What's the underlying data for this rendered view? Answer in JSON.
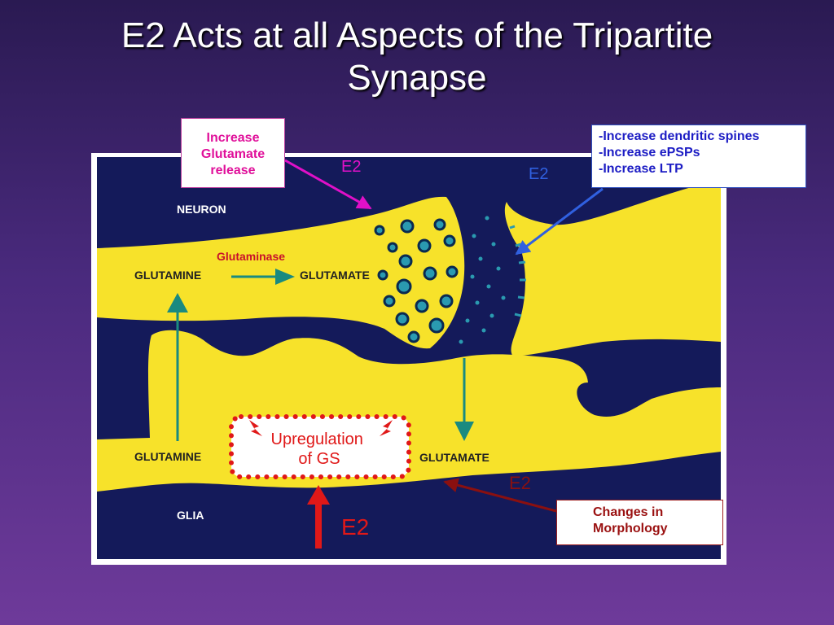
{
  "slide": {
    "title_line1": "E2 Acts at all Aspects of the Tripartite",
    "title_line2": "Synapse"
  },
  "callouts": {
    "glutamate_release": [
      "Increase",
      "Glutamate",
      "release"
    ],
    "postsynaptic": [
      "-Increase dendritic spines",
      "-Increase ePSPs",
      "-Increase LTP"
    ],
    "morphology": [
      "Changes in",
      "Morphology"
    ],
    "upregulation": [
      "Upregulation",
      "of GS"
    ]
  },
  "diagram": {
    "neuron_label": "NEURON",
    "glia_label": "GLIA",
    "glutaminase_label": "Glutaminase",
    "glutamine_top": "GLUTAMINE",
    "glutamate_top": "GLUTAMATE",
    "glutamine_bottom": "GLUTAMINE",
    "glutamate_bottom": "GLUTAMATE"
  },
  "e2_labels": {
    "presynaptic": "E2",
    "postsynaptic": "E2",
    "morphology": "E2",
    "gs": "E2"
  },
  "colors": {
    "background": "#3a2268",
    "panel": "#141a5a",
    "cell_yellow": "#f7e22a",
    "magenta": "#e010c8",
    "blue_arrow": "#3060e0",
    "red": "#e01818",
    "dark_red": "#8a1010",
    "teal": "#1a8a80"
  }
}
